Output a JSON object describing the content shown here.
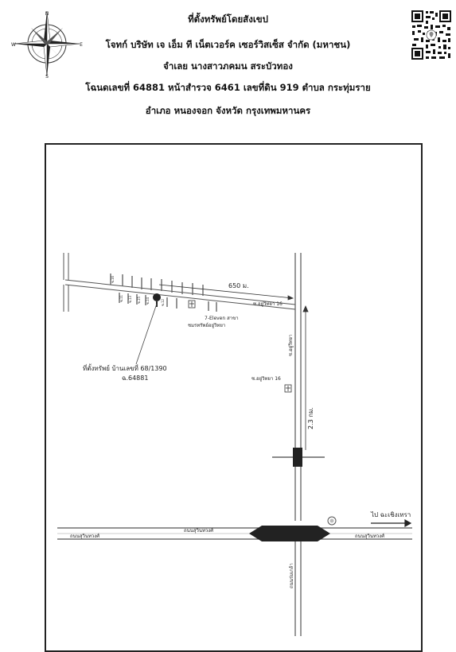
{
  "header": {
    "line1": "ที่ตั้งทรัพย์โดยสังเขป",
    "line2": "โจทก์ บริษัท เจ เอ็ม ที เน็ตเวอร์ค เซอร์วิสเซ็ส จำกัด (มหาชน)",
    "line3": "จำเลย นางสาวภคมน สระบัวทอง",
    "line4": "โฉนดเลขที่ 64881 หน้าสำรวจ 6461 เลขที่ดิน 919 ตำบล กระทุ่มราย",
    "line5": "อำเภอ หนองจอก จังหวัด กรุงเทพมหานคร"
  },
  "compass": {
    "n": "N",
    "s": "S",
    "e": "E",
    "w": "W"
  },
  "map": {
    "distance_650": "650 ม.",
    "soi_upper": "ซ.อยู่วิทยา 16",
    "seven_eleven_line1": "7-Eleven สาขา",
    "seven_eleven_line2": "ชมรทรัพย์อยู่วิทยา",
    "soi_vertical": "ซ.อยู่วิทยา",
    "soi_lower": "ซ.อยู่วิทยา 16",
    "distance_2_3": "2.3 กม.",
    "property_line1": "ที่ตั้งทรัพย์ บ้านเลขที่ 68/1390",
    "property_line2": "ฉ.64881",
    "to_chachoengsao": "ไป ฉะเชิงเทรา",
    "road_suwinthawong_left": "ถนนสุวินทวงศ์",
    "road_suwinthawong_mid": "ถนนสุวินทวงศ์",
    "road_suwinthawong_right": "ถนนสุวินทวงศ์",
    "road_ramintra": "ถนนร่มเกล้า",
    "small_labels": [
      "ซ.16",
      "ซ.11",
      "ซ.13",
      "ซ.15",
      "ซ.14",
      "ซ.12"
    ]
  }
}
